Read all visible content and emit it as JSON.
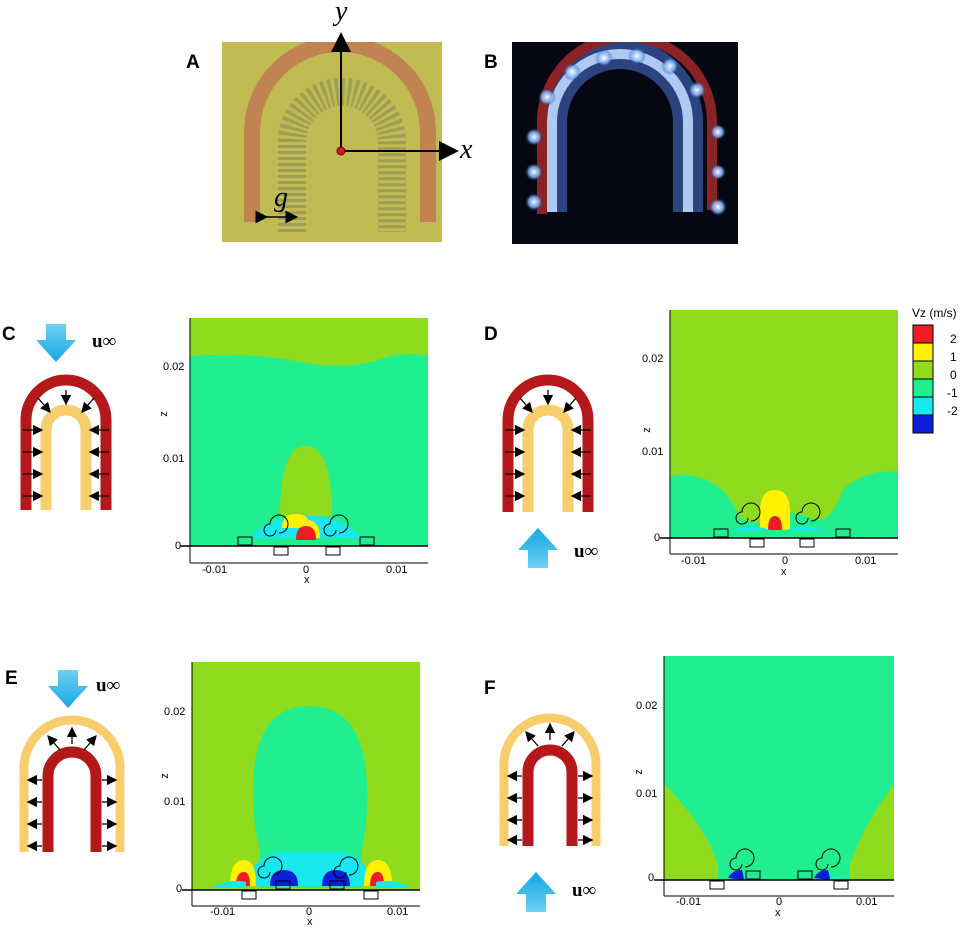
{
  "figure": {
    "panels": {
      "A": {
        "letter": "A",
        "axis_y": "y",
        "axis_x": "x",
        "gap_label": "g"
      },
      "B": {
        "letter": "B"
      },
      "C": {
        "letter": "C",
        "flow_label": "u∞",
        "flow": "down"
      },
      "D": {
        "letter": "D",
        "flow_label": "u∞",
        "flow": "up"
      },
      "E": {
        "letter": "E",
        "flow_label": "u∞",
        "flow": "down"
      },
      "F": {
        "letter": "F",
        "flow_label": "u∞",
        "flow": "up"
      }
    },
    "colors": {
      "electrode_red": "#b5181a",
      "electrode_yellow": "#f8cd6b",
      "flow_arrow": "#1fb4ea",
      "level_2": "#ee1c24",
      "level_1": "#fff200",
      "level_0": "#8fdc1e",
      "level_m0_5": "#20ee8f",
      "level_m1": "#17e7ee",
      "level_m2": "#0a1fd6"
    },
    "legend": {
      "title": "Vz (m/s)",
      "levels": [
        "2",
        "1",
        "0",
        "-1",
        "-2"
      ]
    },
    "plot_axes": {
      "xlabel": "x",
      "ylabel": "z",
      "y_ticks": [
        "0.02",
        "0.01",
        "0"
      ],
      "x_ticks": [
        "-0.01",
        "0",
        "0.01"
      ]
    }
  }
}
